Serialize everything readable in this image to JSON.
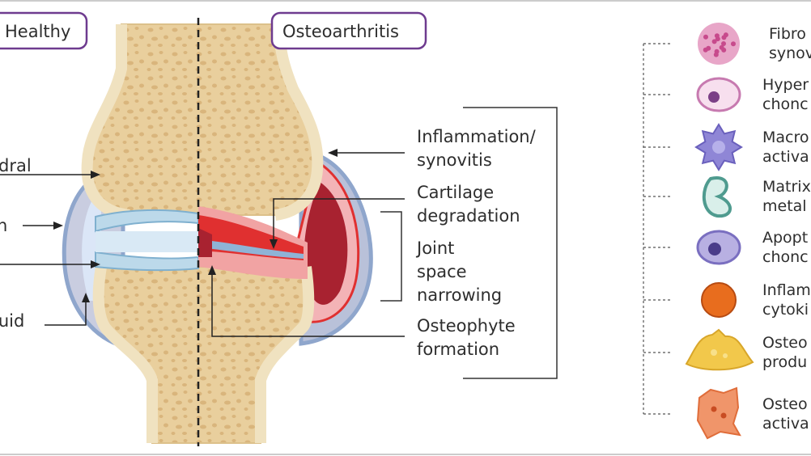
{
  "badges": {
    "healthy": "Healthy",
    "oa": "Osteoarthritis"
  },
  "left_labels": {
    "subchondral": "dral",
    "membrane": "n",
    "fluid": "luid"
  },
  "right_labels": {
    "inflammation": [
      "Inflammation/",
      "synovitis"
    ],
    "cartilage": [
      "Cartilage",
      "degradation"
    ],
    "joint": [
      "Joint",
      "space",
      "narrowing"
    ],
    "osteophyte": [
      "Osteophyte",
      "formation"
    ]
  },
  "legend": [
    {
      "icon": "fibrotic-cell-icon",
      "lines": [
        "Fibro",
        "synov"
      ],
      "color": "#e8a6c8"
    },
    {
      "icon": "hypertrophic-chondrocyte-icon",
      "lines": [
        "Hyper",
        "chonc"
      ],
      "color": "#e9b6d6"
    },
    {
      "icon": "activated-macrophage-icon",
      "lines": [
        "Macro",
        "activa"
      ],
      "color": "#8f86d6"
    },
    {
      "icon": "matrix-metalloproteinase-icon",
      "lines": [
        "Matrix",
        "metal"
      ],
      "color": "#4f9b8f"
    },
    {
      "icon": "apoptotic-chondrocyte-icon",
      "lines": [
        "Apopt",
        "chonc"
      ],
      "color": "#9185c9"
    },
    {
      "icon": "inflammatory-cytokine-icon",
      "lines": [
        "Inflam",
        "cytoki"
      ],
      "color": "#e86d1e"
    },
    {
      "icon": "osteoblast-icon",
      "lines": [
        "Osteo",
        "produ"
      ],
      "color": "#f2c84b"
    },
    {
      "icon": "osteoclast-icon",
      "lines": [
        "Osteo",
        "activa"
      ],
      "color": "#f0956a"
    }
  ],
  "colors": {
    "bone": "#ecd8ab",
    "bone_dark": "#e1c28c",
    "cartilage": "#bcd9ea",
    "synovium": "#8fa6cc",
    "inflamed": "#e03030",
    "inflamed_dark": "#a82230",
    "purple": "#6e3b8f"
  }
}
